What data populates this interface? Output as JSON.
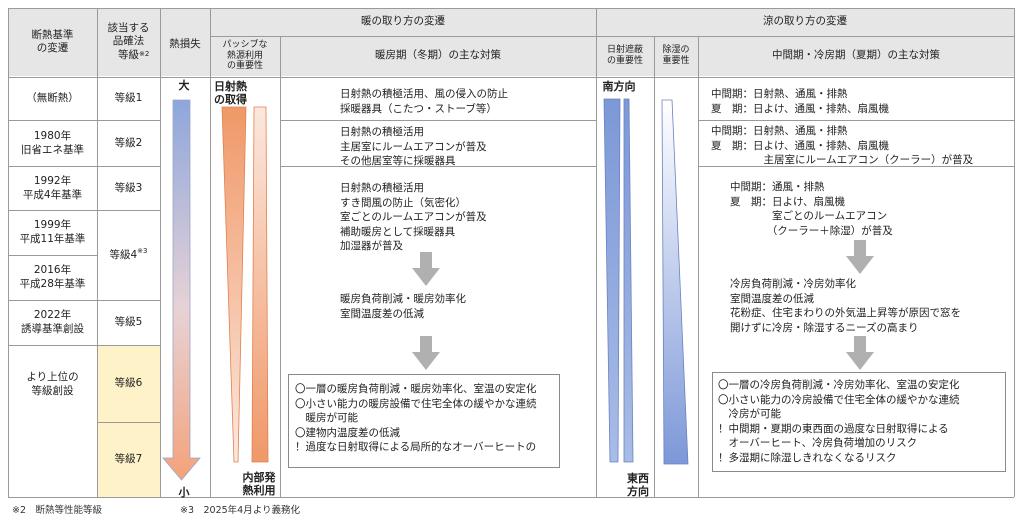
{
  "headers": {
    "criteria": "断熱基準\nの変遷",
    "grade_law": "該当する\n品確法\n等級",
    "grade_law_note": "※2",
    "heat_loss": "熱損失",
    "warm_title": "暖の取り方の変遷",
    "passive": "パッシブな\n熱源利用\nの重要性",
    "winter": "暖房期（冬期）の主な対策",
    "cool_title": "涼の取り方の変遷",
    "shading": "日射遮蔽\nの重要性",
    "dehumid": "除湿の\n重要性",
    "summer": "中間期・冷房期（夏期）の主な対策"
  },
  "rows": [
    {
      "criteria": "（無断熱）",
      "grade": "等級1"
    },
    {
      "criteria": "1980年\n旧省エネ基準",
      "grade": "等級2"
    },
    {
      "criteria": "1992年\n平成4年基準",
      "grade": "等級3"
    },
    {
      "criteria": "1999年\n平成11年基準",
      "grade": ""
    },
    {
      "criteria": "2016年\n平成28年基準",
      "grade": ""
    },
    {
      "criteria": "2022年\n誘導基準創設",
      "grade": "等級5"
    },
    {
      "criteria": "より上位の\n等級創設",
      "grade": "等級6"
    },
    {
      "criteria": "",
      "grade": "等級7"
    }
  ],
  "grade4": "等級4",
  "grade4_note": "※3",
  "heat_loss_labels": {
    "top": "大",
    "bottom": "小"
  },
  "passive_labels": {
    "top": "日射熱\nの取得",
    "bottom": "内部発\n熱利用"
  },
  "shading_labels": {
    "top": "南方向",
    "bottom": "東西\n方向"
  },
  "winter_blocks": [
    "日射熱の積極活用、風の侵入の防止\n採暖器具（こたつ・ストーブ等）",
    "日射熱の積極活用\n主居室にルームエアコンが普及\nその他居室等に採暖器具",
    "日射熱の積極活用\nすき間風の防止（気密化）\n室ごとのルームエアコンが普及\n補助暖房として採暖器具\n加湿器が普及",
    "暖房負荷削減・暖房効率化\n室間温度差の低減",
    "〇一層の暖房負荷削減・暖房効率化、室温の安定化\n〇小さい能力の暖房設備で住宅全体の緩やかな連続\n　暖房が可能\n〇建物内温度差の低減\n！過度な日射取得による局所的なオーバーヒートの"
  ],
  "summer_blocks": [
    "中間期：日射熱、通風・排熱\n夏　期：日よけ、通風・排熱、扇風機",
    "中間期：日射熱、通風・排熱\n夏　期：日よけ、通風・排熱、扇風機\n　　　　　主居室にルームエアコン（クーラー）が普及",
    "中間期：通風・排熱\n夏　期：日よけ、扇風機\n　　　　室ごとのルームエアコン\n　　　　（クーラー＋除湿）が普及",
    "冷房負荷削減・冷房効率化\n室間温度差の低減\n花粉症、住宅まわりの外気温上昇等が原因で窓を\n開けずに冷房・除湿するニーズの高まり",
    "〇一層の冷房負荷削減・冷房効率化、室温の安定化\n〇小さい能力の冷房設備で住宅全体の緩やかな連続\n　冷房が可能\n！中間期・夏期の東西面の過度な日射取得による\n　オーバーヒート、冷房負荷増加のリスク\n！多湿期に除湿しきれなくなるリスク"
  ],
  "footnotes": [
    "※2　断熱等性能等級",
    "※3　2025年4月より義務化"
  ],
  "colors": {
    "orange": "#f0a070",
    "blue": "#8ea6dc",
    "header": "#e6e6e6",
    "yellow": "#fdf2c8",
    "arrow": "#b0b0b0"
  }
}
